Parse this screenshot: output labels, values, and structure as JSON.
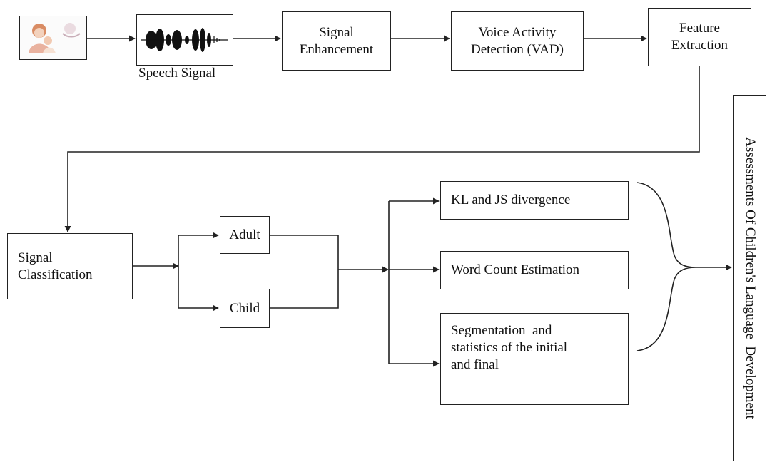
{
  "nodes": {
    "speech_signal_label": "Speech Signal",
    "signal_enhancement": [
      "Signal",
      "Enhancement"
    ],
    "vad": [
      "Voice Activity",
      "Detection (VAD)"
    ],
    "feature_extraction": [
      "Feature",
      "Extraction"
    ],
    "signal_classification": [
      "Signal",
      "Classification"
    ],
    "adult": "Adult",
    "child": "Child",
    "kl_js": "KL and JS divergence",
    "word_count": "Word Count Estimation",
    "segmentation": [
      "Segmentation  and",
      "statistics of the initial",
      "and final"
    ],
    "assessment": "Assessments Of Children's Language  Development"
  },
  "colors": {
    "line": "#222222",
    "background": "#ffffff"
  },
  "icons": {
    "input_image": "mother-child-photo-icon",
    "waveform": "speech-waveform-icon"
  }
}
